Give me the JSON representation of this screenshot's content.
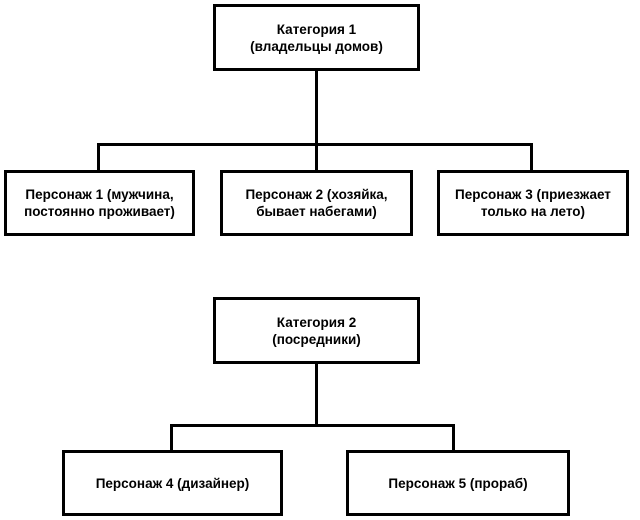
{
  "diagram": {
    "type": "org-chart",
    "title": "",
    "orientation": "top-down",
    "colors": {
      "background": "#ffffff",
      "stroke": "#000000",
      "text": "#000000"
    },
    "groups": [
      {
        "id": "category-1",
        "root": {
          "id": "cat1",
          "label": "Категория 1\n(владельцы домов)"
        },
        "children": [
          {
            "id": "p1",
            "label": "Персонаж 1 (мужчина,\nпостоянно проживает)"
          },
          {
            "id": "p2",
            "label": "Персонаж 2 (хозяйка,\nбывает набегами)"
          },
          {
            "id": "p3",
            "label": "Персонаж 3 (приезжает\nтолько на лето)"
          }
        ]
      },
      {
        "id": "category-2",
        "root": {
          "id": "cat2",
          "label": "Категория 2\n(посредники)"
        },
        "children": [
          {
            "id": "p4",
            "label": "Персонаж 4 (дизайнер)"
          },
          {
            "id": "p5",
            "label": "Персонаж 5 (прораб)"
          }
        ]
      }
    ]
  }
}
